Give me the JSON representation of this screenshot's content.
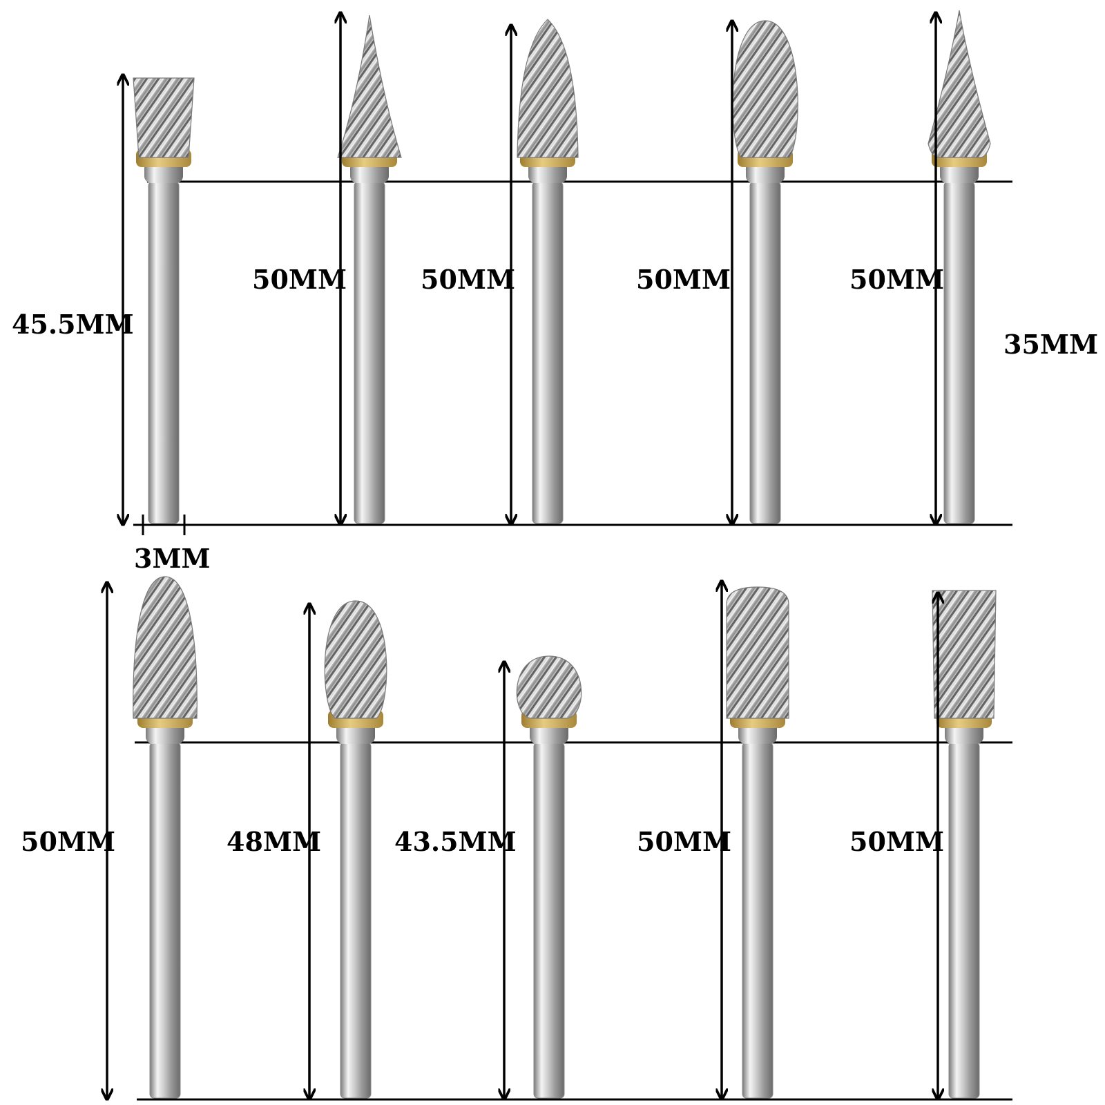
{
  "colors": {
    "line": "#000000",
    "background": "#ffffff",
    "steel_light": "#f2f2f2",
    "steel_mid": "#b9b9b9",
    "steel_dark": "#6e6e6e",
    "brass": "#c9a24a"
  },
  "rows": [
    {
      "id": "top",
      "bits": [
        {
          "head": "inverted-cone",
          "length_label": "45.5MM"
        },
        {
          "head": "pointed-cone",
          "length_label": "50MM"
        },
        {
          "head": "tree-pointed",
          "length_label": "50MM"
        },
        {
          "head": "flame-oval",
          "length_label": "50MM"
        },
        {
          "head": "flame-pointed",
          "length_label": "50MM"
        }
      ],
      "shank_length_label": "35MM",
      "shank_diameter_label": "3MM"
    },
    {
      "id": "bottom",
      "bits": [
        {
          "head": "tree-rounded",
          "length_label": "50MM"
        },
        {
          "head": "oval",
          "length_label": "48MM"
        },
        {
          "head": "ball",
          "length_label": "43.5MM"
        },
        {
          "head": "cylinder-ball-nose",
          "length_label": "50MM"
        },
        {
          "head": "cylinder-flat",
          "length_label": "50MM"
        }
      ]
    }
  ]
}
